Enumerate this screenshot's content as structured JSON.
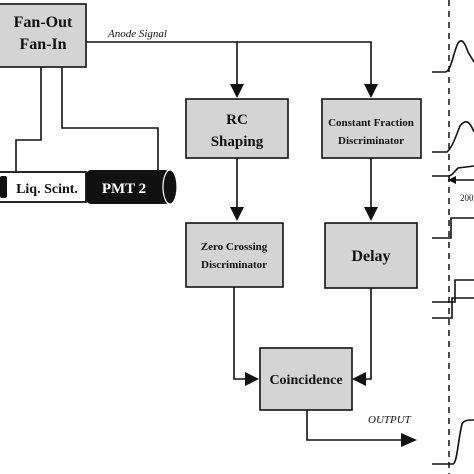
{
  "blocks": {
    "fan": {
      "line1": "Fan-Out",
      "line2": "Fan-In"
    },
    "rc": {
      "line1": "RC",
      "line2": "Shaping"
    },
    "cfd": {
      "line1": "Constant Fraction",
      "line2": "Discriminator"
    },
    "zcd": {
      "line1": "Zero Crossing",
      "line2": "Discriminator"
    },
    "delay": {
      "line1": "Delay"
    },
    "coincidence": {
      "line1": "Coincidence"
    }
  },
  "detector": {
    "scint_label": "Liq. Scint.",
    "pmt_label": "PMT 2"
  },
  "signals": {
    "anode": "Anode Signal",
    "output": "OUTPUT"
  },
  "timing": {
    "partial_label": "200"
  }
}
